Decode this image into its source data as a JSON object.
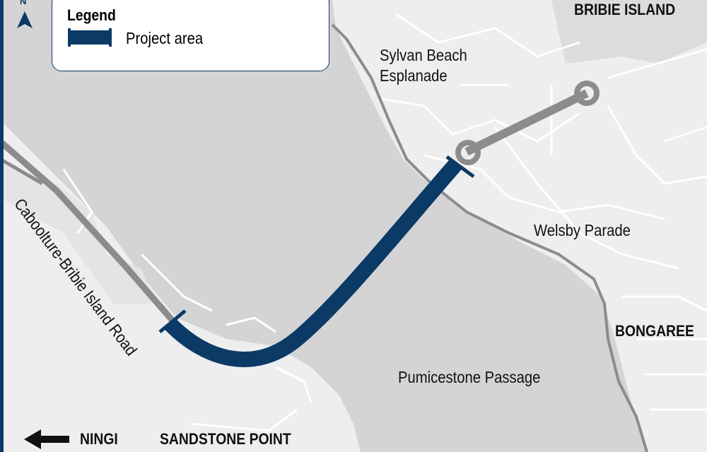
{
  "legend": {
    "title": "Legend",
    "items": [
      {
        "label": "Project area",
        "color": "#0b3a66"
      }
    ]
  },
  "north_arrow": {
    "label": "N"
  },
  "places": {
    "bribie_island": "BRIBIE ISLAND",
    "sylvan_beach": "Sylvan Beach\nEsplanade",
    "sylvan_beach_line1": "Sylvan Beach",
    "sylvan_beach_line2": "Esplanade",
    "welsby_parade": "Welsby Parade",
    "bongaree": "BONGAREE",
    "pumicestone_passage": "Pumicestone Passage",
    "caboolture_road": "Caboolture-Bribie Island Road",
    "ningi": "NINGI",
    "sandstone_point": "SANDSTONE POINT"
  },
  "colors": {
    "water": "#d4d4d4",
    "land": "#eeeeee",
    "road": "#8c8c8c",
    "project": "#0b3a66"
  },
  "icons": {
    "ningi_direction": "arrow-left-icon",
    "north": "north-arrow-icon"
  }
}
